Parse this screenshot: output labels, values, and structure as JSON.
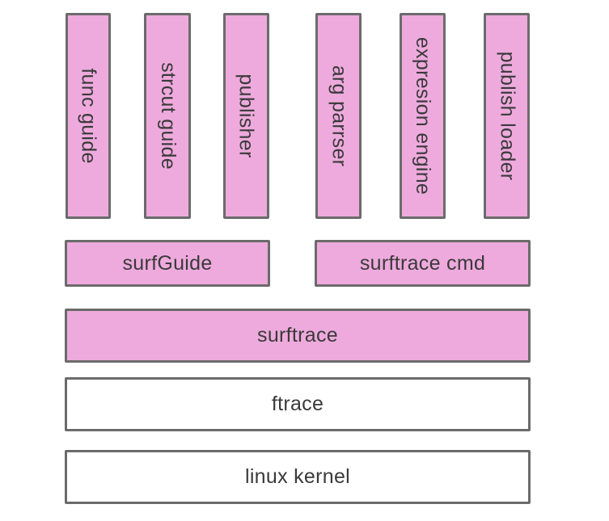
{
  "colors": {
    "pink_fill": "#eeaadd",
    "white_fill": "#ffffff",
    "border": "#6b6b6b",
    "text": "#3a3a3a"
  },
  "modules": [
    {
      "label": "func guide"
    },
    {
      "label": "strcut guide"
    },
    {
      "label": "publisher"
    },
    {
      "label": "arg parrser"
    },
    {
      "label": "expresion engine"
    },
    {
      "label": "publish loader"
    }
  ],
  "middle": {
    "left": "surfGuide",
    "right": "surftrace cmd"
  },
  "layers": {
    "surftrace": "surftrace",
    "ftrace": "ftrace",
    "kernel": "linux kernel"
  }
}
